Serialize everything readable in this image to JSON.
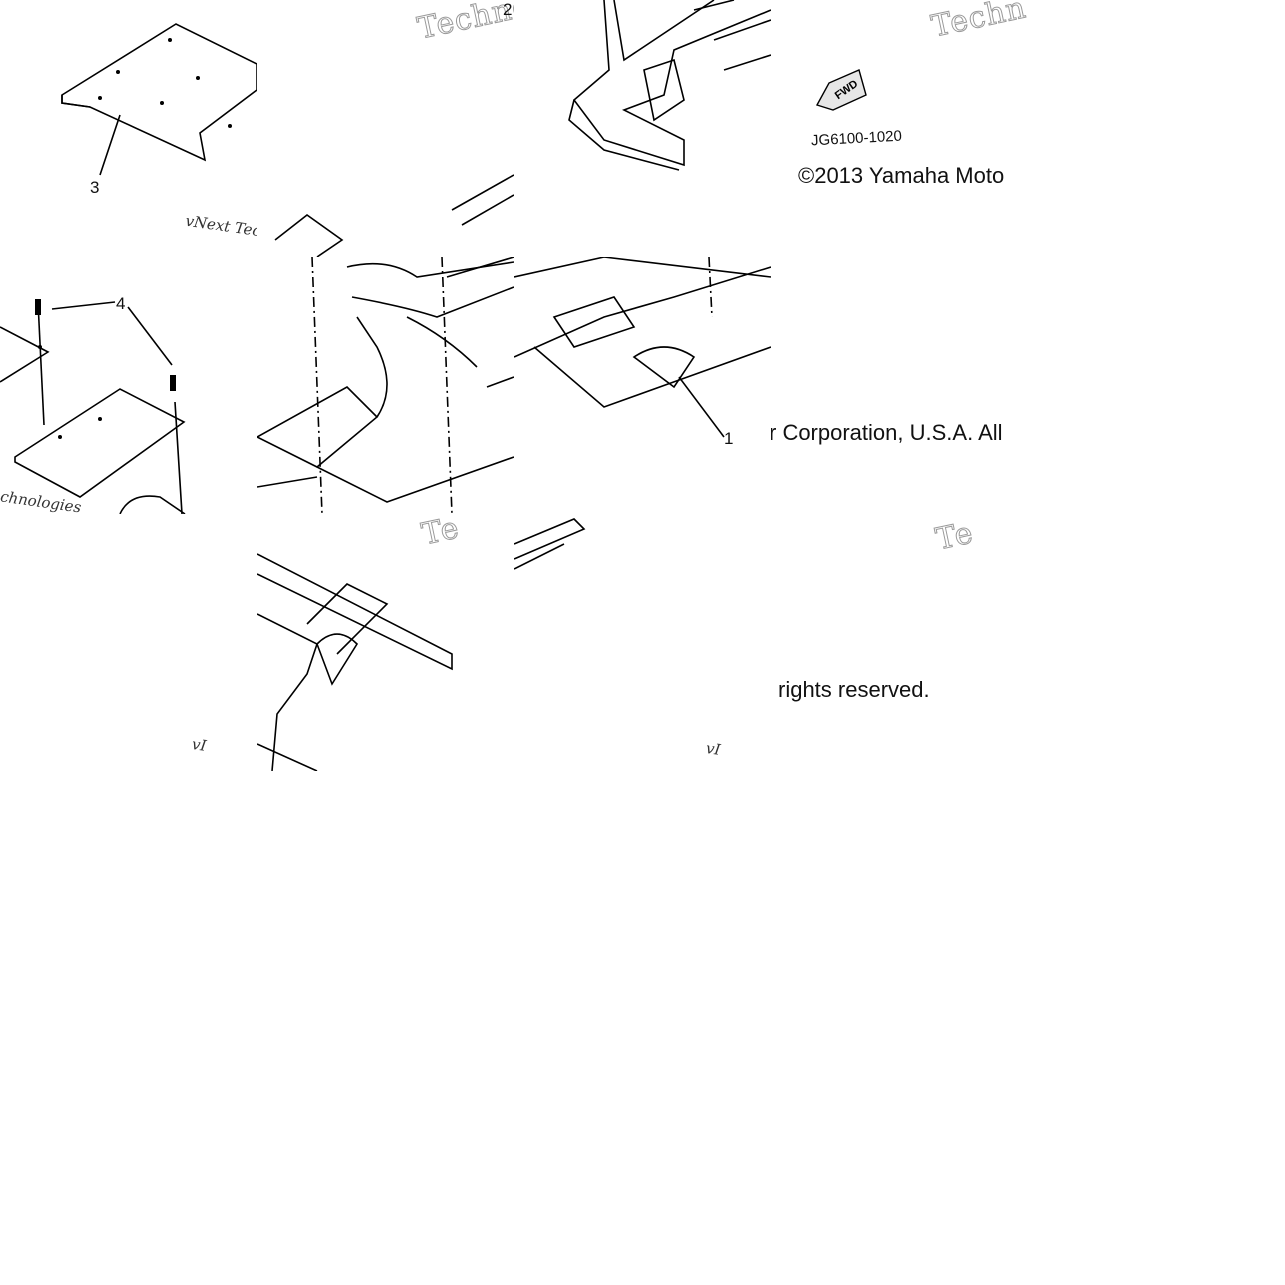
{
  "diagram": {
    "part_code": "JG6100-1020",
    "fwd_label": "FWD",
    "copyright_part1": "©2013 Yamaha Moto",
    "copyright_part2": "r Corporation, U.S.A. All",
    "copyright_part3": "l rights reserved.",
    "callouts": [
      "1",
      "2",
      "3",
      "4"
    ],
    "watermark_large": "Techno",
    "watermark_small": "vNext Technologies",
    "watermark_fragments": [
      "Techn",
      "Te",
      "vI",
      "vI",
      "chnologies",
      "Next",
      "ext"
    ]
  }
}
